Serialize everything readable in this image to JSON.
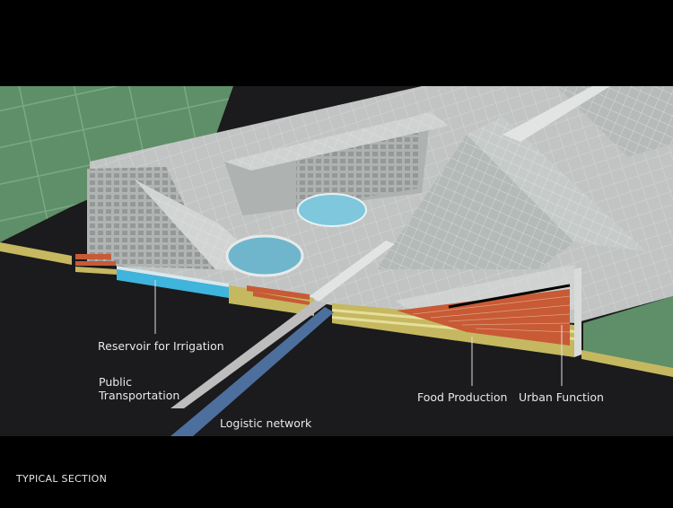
{
  "labels": {
    "reservoir": "Reservoir for Irrigation",
    "public_transport": "Public\nTransportation",
    "logistic": "Logistic network",
    "food": "Food Production",
    "urban": "Urban Function"
  },
  "caption": "TYPICAL SECTION",
  "colors": {
    "background": "#000000",
    "field_green": "#5e8f68",
    "slab_grey": "#c2c4c4",
    "roof_grey": "#aeb4b2",
    "reservoir_blue": "#3fb4dc",
    "pond_blue": "#7fc7dc",
    "soil_ochre": "#c5b860",
    "soil_red": "#c85a36",
    "ground": "#1b1a1c",
    "transit_grey": "#bdbdbd",
    "logistic_blue": "#4c6f9d"
  }
}
